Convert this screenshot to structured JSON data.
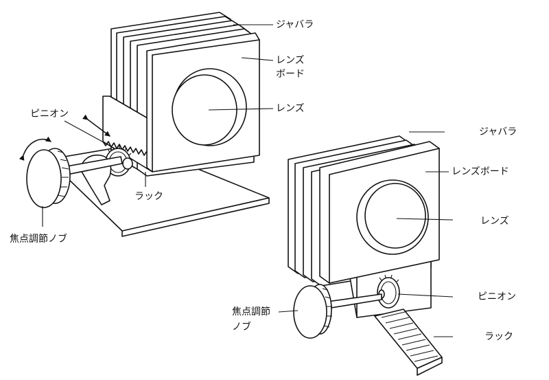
{
  "labels": {
    "left": {
      "bellows": "ジャバラ",
      "lensboard_1": "レンズ",
      "lensboard_2": "ボード",
      "lens": "レンズ",
      "pinion": "ピニオン",
      "rack": "ラック",
      "knob": "焦点調節ノブ"
    },
    "right": {
      "bellows": "ジャバラ",
      "lensboard": "レンズボード",
      "lens": "レンズ",
      "pinion": "ピニオン",
      "knob_1": "焦点調節",
      "knob_2": "ノブ",
      "rack": "ラック"
    }
  }
}
